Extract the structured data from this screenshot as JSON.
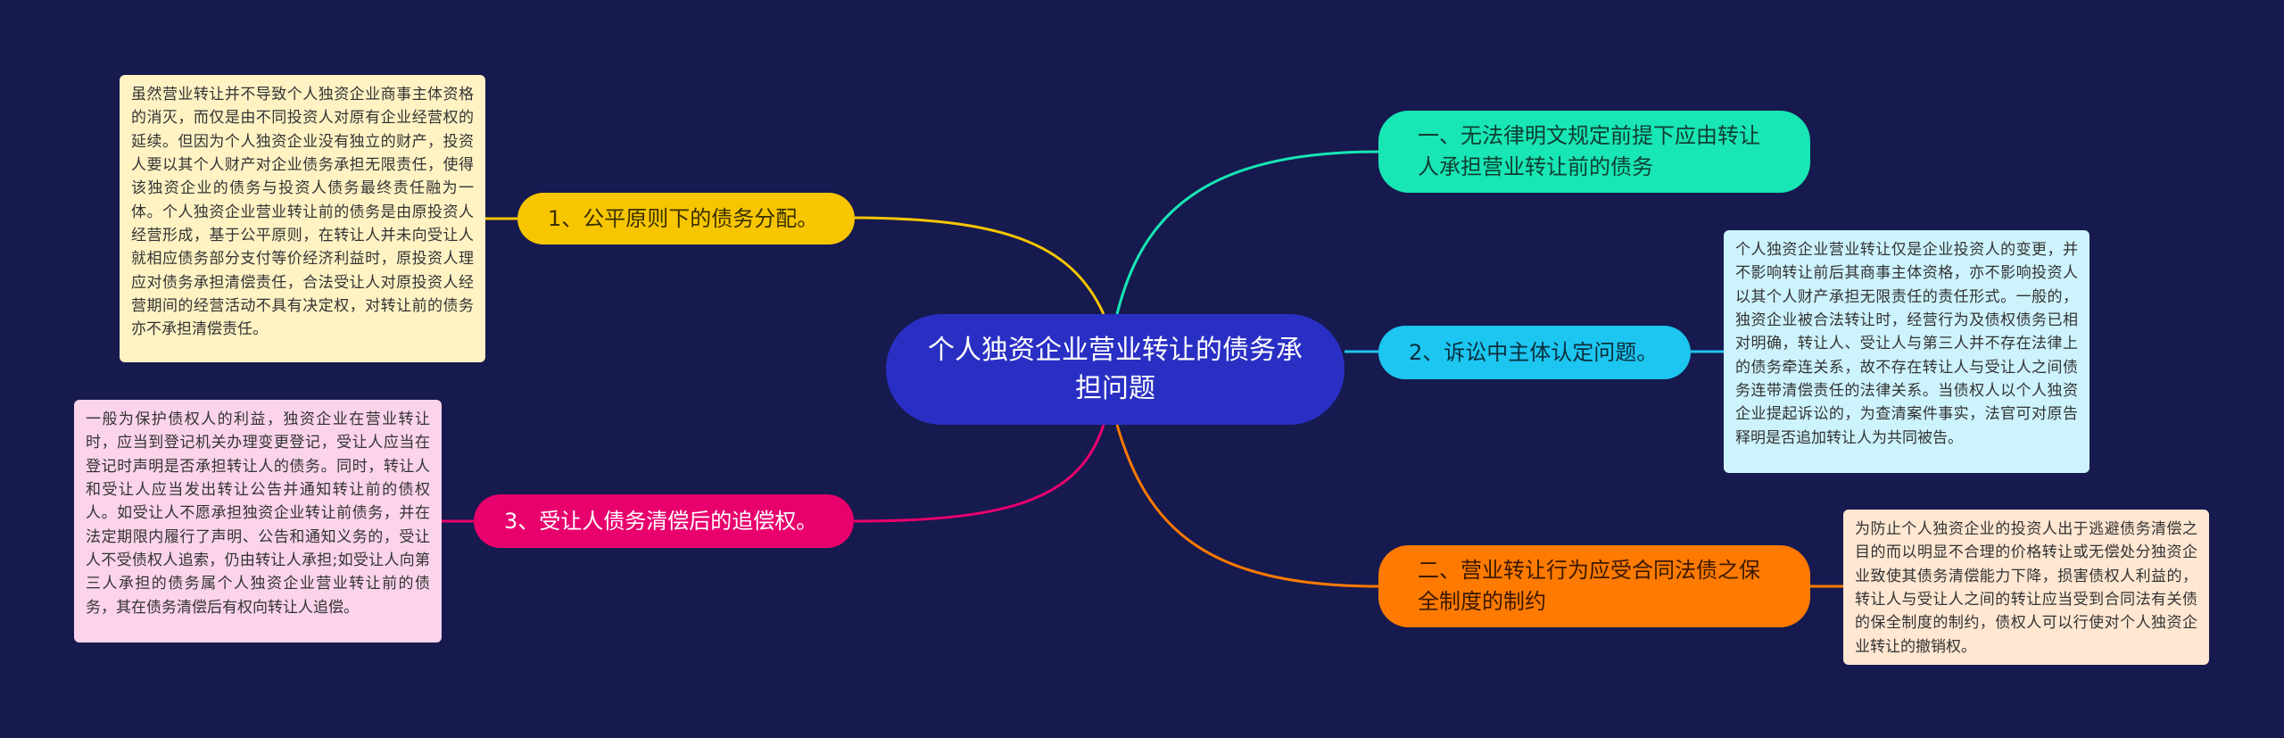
{
  "mindmap": {
    "root": {
      "label": "个人独资企业营业转让的债务承担问题"
    },
    "branches": {
      "b1": {
        "label": "1、公平原则下的债务分配。",
        "note": "虽然营业转让并不导致个人独资企业商事主体资格的消灭，而仅是由不同投资人对原有企业经营权的延续。但因为个人独资企业没有独立的财产，投资人要以其个人财产对企业债务承担无限责任，使得该独资企业的债务与投资人债务最终责任融为一体。个人独资企业营业转让前的债务是由原投资人经营形成，基于公平原则，在转让人并未向受让人就相应债务部分支付等价经济利益时，原投资人理应对债务承担清偿责任，合法受让人对原投资人经营期间的经营活动不具有决定权，对转让前的债务亦不承担清偿责任。"
      },
      "b3": {
        "label": "3、受让人债务清偿后的追偿权。",
        "note": "一般为保护债权人的利益，独资企业在营业转让时，应当到登记机关办理变更登记，受让人应当在登记时声明是否承担转让人的债务。同时，转让人和受让人应当发出转让公告并通知转让前的债权人。如受让人不愿承担独资企业转让前债务，并在法定期限内履行了声明、公告和通知义务的，受让人不受债权人追索，仍由转让人承担;如受让人向第三人承担的债务属个人独资企业营业转让前的债务，其在债务清偿后有权向转让人追偿。"
      },
      "r1": {
        "label": "一、无法律明文规定前提下应由转让人承担营业转让前的债务"
      },
      "r2": {
        "label": "2、诉讼中主体认定问题。",
        "note": "个人独资企业营业转让仅是企业投资人的变更，并不影响转让前后其商事主体资格，亦不影响投资人以其个人财产承担无限责任的责任形式。一般的，独资企业被合法转让时，经营行为及债权债务已相对明确，转让人、受让人与第三人并不存在法律上的债务牵连关系，故不存在转让人与受让人之间债务连带清偿责任的法律关系。当债权人以个人独资企业提起诉讼的，为查清案件事实，法官可对原告释明是否追加转让人为共同被告。"
      },
      "r3": {
        "label": "二、营业转让行为应受合同法债之保全制度的制约",
        "note": "为防止个人独资企业的投资人出于逃避债务清偿之目的而以明显不合理的价格转让或无偿处分独资企业致使其债务清偿能力下降，损害债权人利益的，转让人与受让人之间的转让应当受到合同法有关债的保全制度的制约，债权人可以行使对个人独资企业转让的撤销权。"
      }
    },
    "colors": {
      "background": "#161a4f",
      "root": "#2a2fc4",
      "b1": "#f7c600",
      "b3": "#e8006d",
      "r1": "#18e6b4",
      "r2": "#1cc6f0",
      "r3": "#ff7a00"
    }
  }
}
